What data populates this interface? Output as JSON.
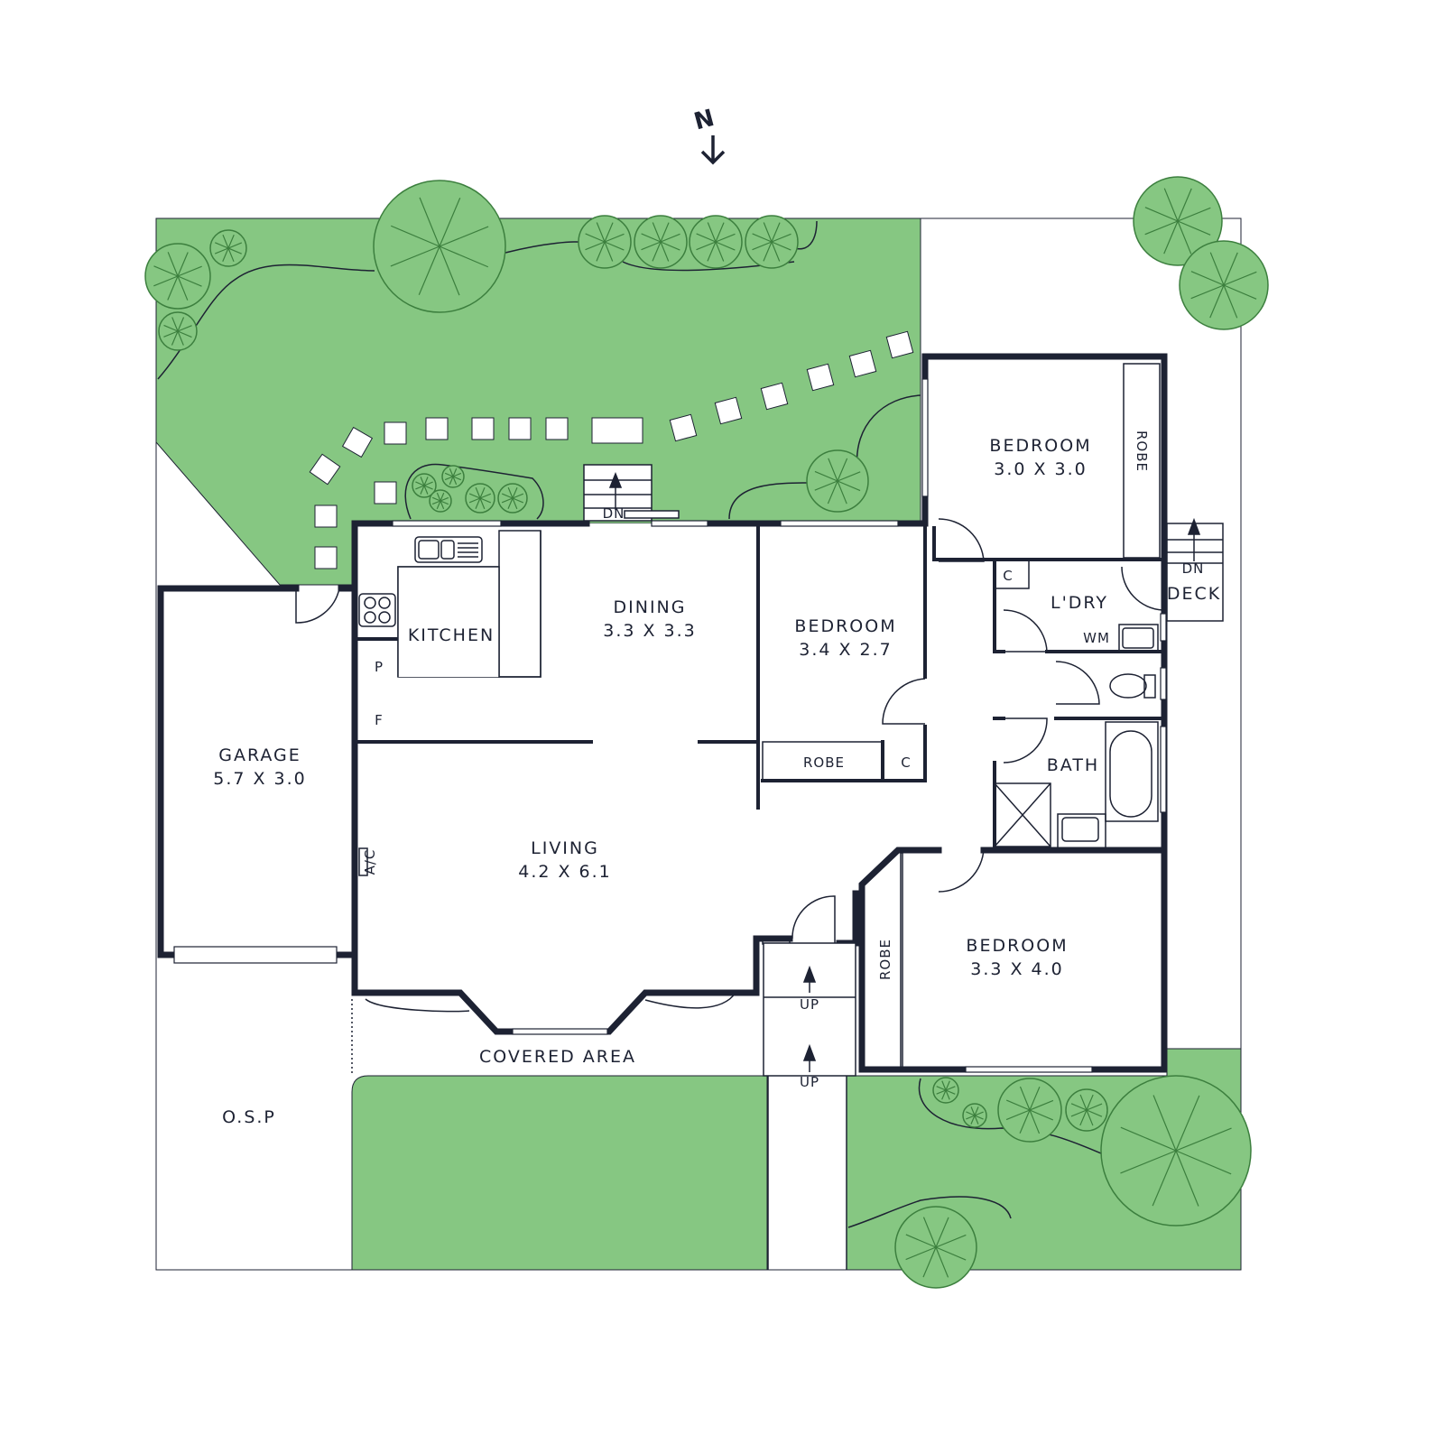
{
  "compass": {
    "label": "N"
  },
  "rooms": {
    "bedroom1": {
      "name": "BEDROOM",
      "size": "3.0 X 3.0",
      "robe": "ROBE"
    },
    "bedroom2": {
      "name": "BEDROOM",
      "size": "3.4 X 2.7",
      "robe": "ROBE",
      "cupboard": "C"
    },
    "bedroom3": {
      "name": "BEDROOM",
      "size": "3.3 X 4.0",
      "robe": "ROBE"
    },
    "dining": {
      "name": "DINING",
      "size": "3.3 X 3.3"
    },
    "kitchen": {
      "name": "KITCHEN",
      "pantry": "P",
      "fridge": "F"
    },
    "garage": {
      "name": "GARAGE",
      "size": "5.7 X 3.0"
    },
    "living": {
      "name": "LIVING",
      "size": "4.2 X 6.1",
      "ac": "A/C"
    },
    "laundry": {
      "name": "L'DRY",
      "cupboard": "C",
      "washer": "WM"
    },
    "deck": {
      "name": "DECK",
      "stairs": "DN"
    },
    "bath": {
      "name": "BATH"
    },
    "covered_area": {
      "name": "COVERED AREA"
    },
    "osp": {
      "name": "O.S.P"
    }
  },
  "stairs": {
    "rear": "DN",
    "front_upper": "UP",
    "front_lower": "UP"
  },
  "colors": {
    "grass": "#86c782",
    "wall": "#1d2233",
    "tree_stroke": "#3c7f3e"
  }
}
